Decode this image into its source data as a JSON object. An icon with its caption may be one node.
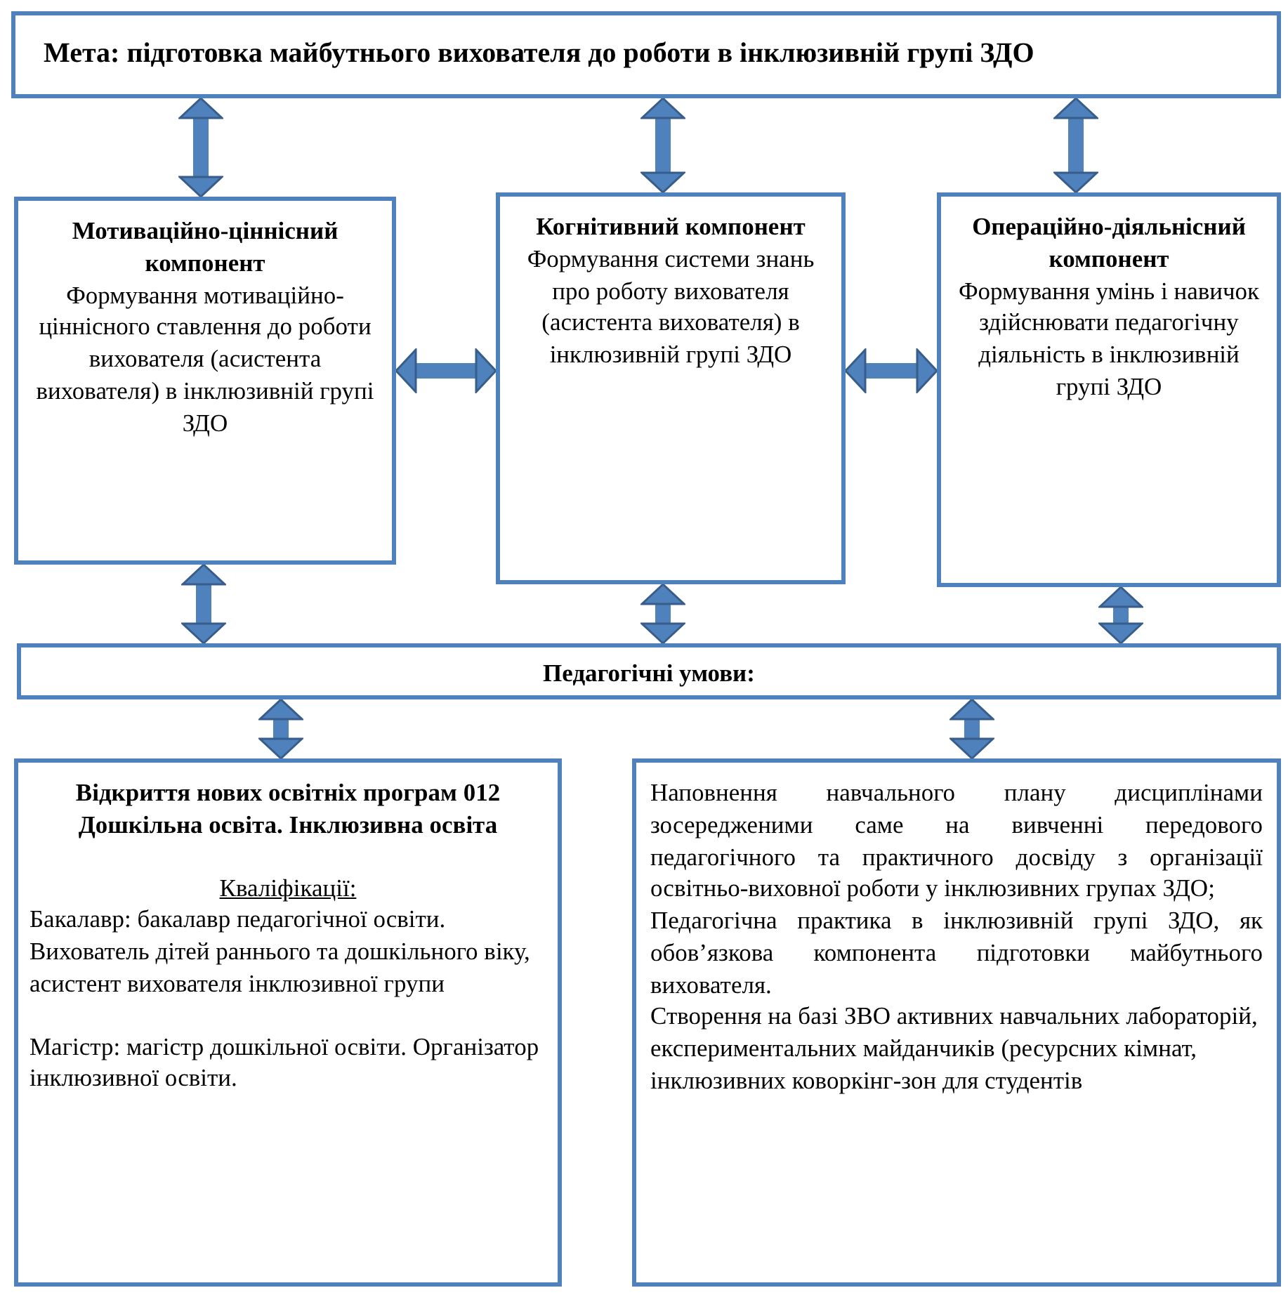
{
  "diagram": {
    "nodes": [
      {
        "text": [
          "Мета: підготовка майбутнього вихователя до роботи в інклюзивній групі ЗДО"
        ]
      },
      {
        "text": [
          "Мотиваційно-ціннісний компонент",
          "Формування мотиваційно-ціннісного ставлення до роботи вихователя (асистента вихователя) в інклюзивній групі ЗДО"
        ]
      },
      {
        "text": [
          "Когнітивний компонент",
          "Формування системи знань про роботу вихователя (асистента вихователя) в інклюзивній групі ЗДО"
        ]
      },
      {
        "text": [
          "Операційно-діяльнісний компонент",
          "Формування умінь і навичок здійснювати педагогічну діяльність в інклюзивній групі ЗДО"
        ]
      },
      {
        "text": [
          "Педагогічні умови:"
        ]
      },
      {
        "text": [
          "Відкриття нових освітніх програм 012 Дошкільна освіта. Інклюзивна освіта",
          "Кваліфікації:",
          "Бакалавр: бакалавр педагогічної освіти. Вихователь дітей раннього та дошкільного віку, асистент вихователя інклюзивної групи",
          "Магістр: магістр дошкільної освіти. Організатор інклюзивної освіти."
        ]
      },
      {
        "text": [
          "Наповнення навчального плану дисциплінами зосередженими саме на вивченні передового педагогічного та практичного досвіду з організації освітньо-виховної роботи у інклюзивних групах ЗДО;",
          "Педагогічна практика в інклюзивній групі ЗДО, як обов’язкова компонента підготовки майбутнього вихователя.",
          "Створення на базі ЗВО активних навчальних лабораторій, експериментальних майданчиків (ресурсних кімнат, інклюзивних коворкінг-зон для студентів"
        ]
      }
    ],
    "edges": [
      {
        "from": 0,
        "to": 1,
        "arrow": "both"
      },
      {
        "from": 0,
        "to": 2,
        "arrow": "both"
      },
      {
        "from": 0,
        "to": 3,
        "arrow": "both"
      },
      {
        "from": 1,
        "to": 2,
        "arrow": "both"
      },
      {
        "from": 2,
        "to": 3,
        "arrow": "both"
      },
      {
        "from": 1,
        "to": 4,
        "arrow": "both"
      },
      {
        "from": 2,
        "to": 4,
        "arrow": "both"
      },
      {
        "from": 3,
        "to": 4,
        "arrow": "both"
      },
      {
        "from": 4,
        "to": 5,
        "arrow": "both"
      },
      {
        "from": 4,
        "to": 6,
        "arrow": "both"
      }
    ]
  }
}
